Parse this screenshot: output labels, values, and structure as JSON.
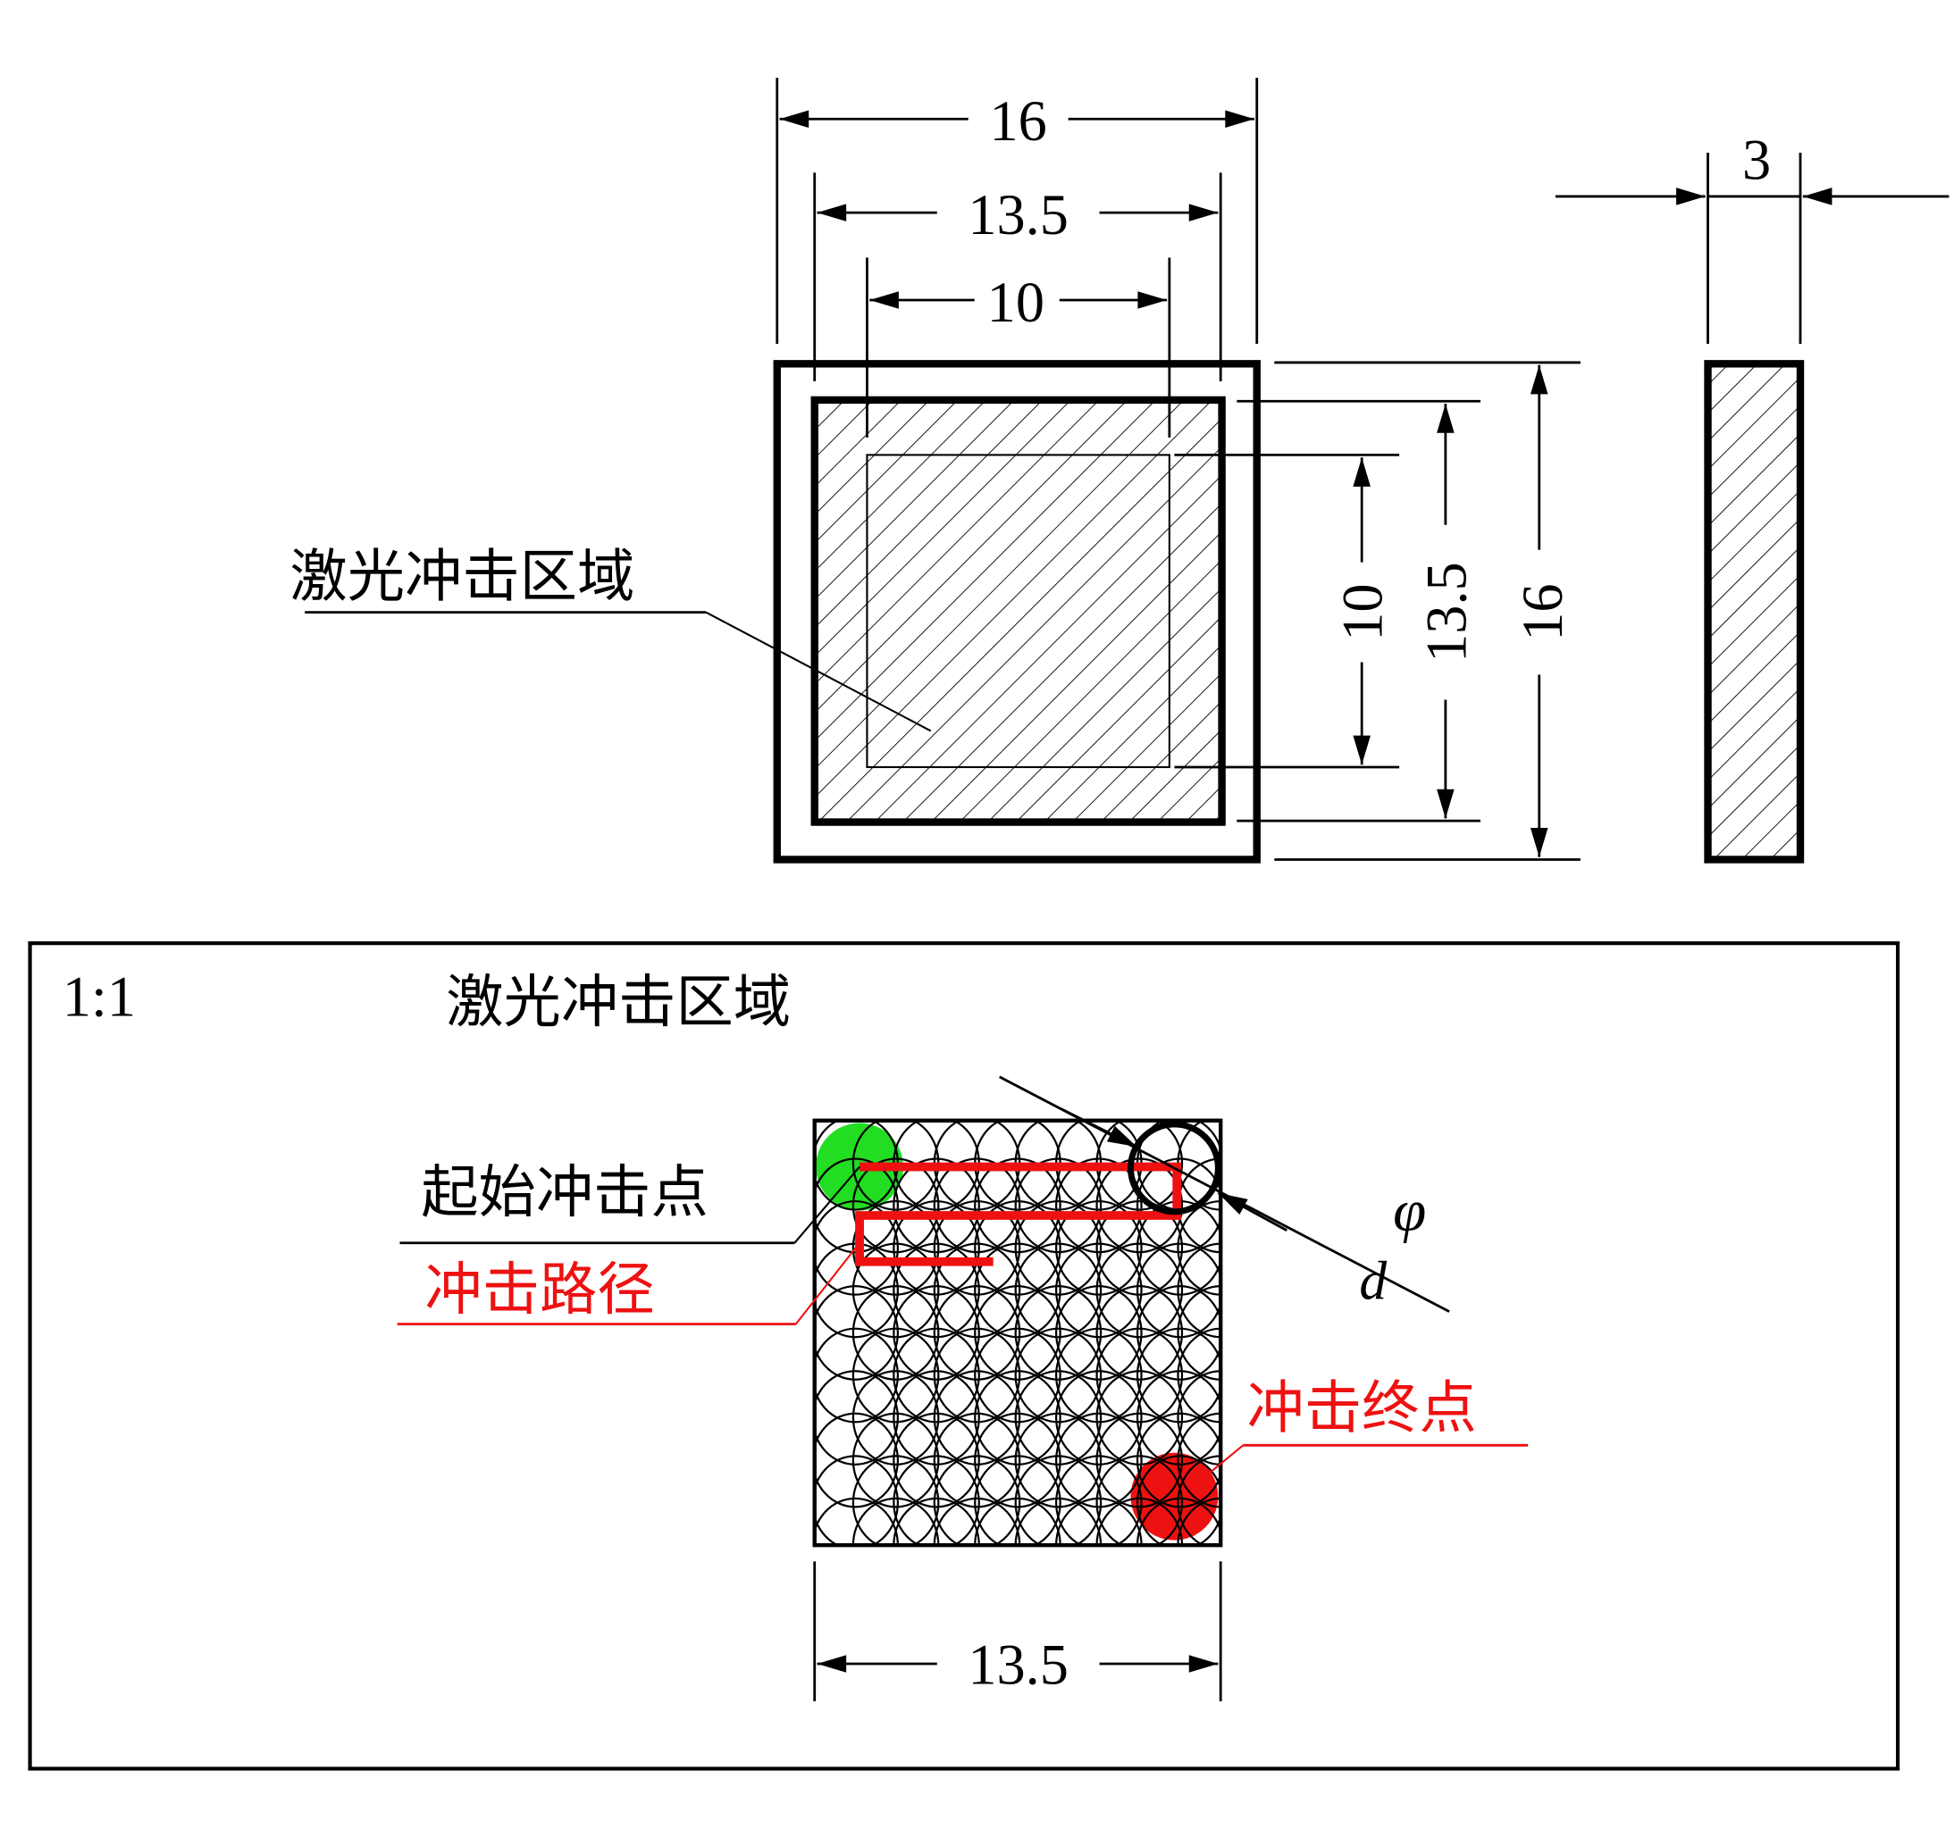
{
  "top_view": {
    "label": "激光冲击区域",
    "dims": {
      "outer": "16",
      "middle": "13.5",
      "inner": "10",
      "thickness": "3"
    },
    "vertical_dims": {
      "inner": "10",
      "middle": "13.5",
      "outer": "16"
    }
  },
  "detail": {
    "scale": "1:1",
    "title": "激光冲击区域",
    "start_label": "起始冲击点",
    "path_label": "冲击路径",
    "end_label": "冲击终点",
    "phi": "φ",
    "d": "d",
    "width_dim": "13.5",
    "grid": {
      "rows": 10,
      "cols": 10
    }
  },
  "colors": {
    "start": "#22dd22",
    "end": "#ee1111",
    "path": "#ee1111",
    "line": "#000000"
  }
}
